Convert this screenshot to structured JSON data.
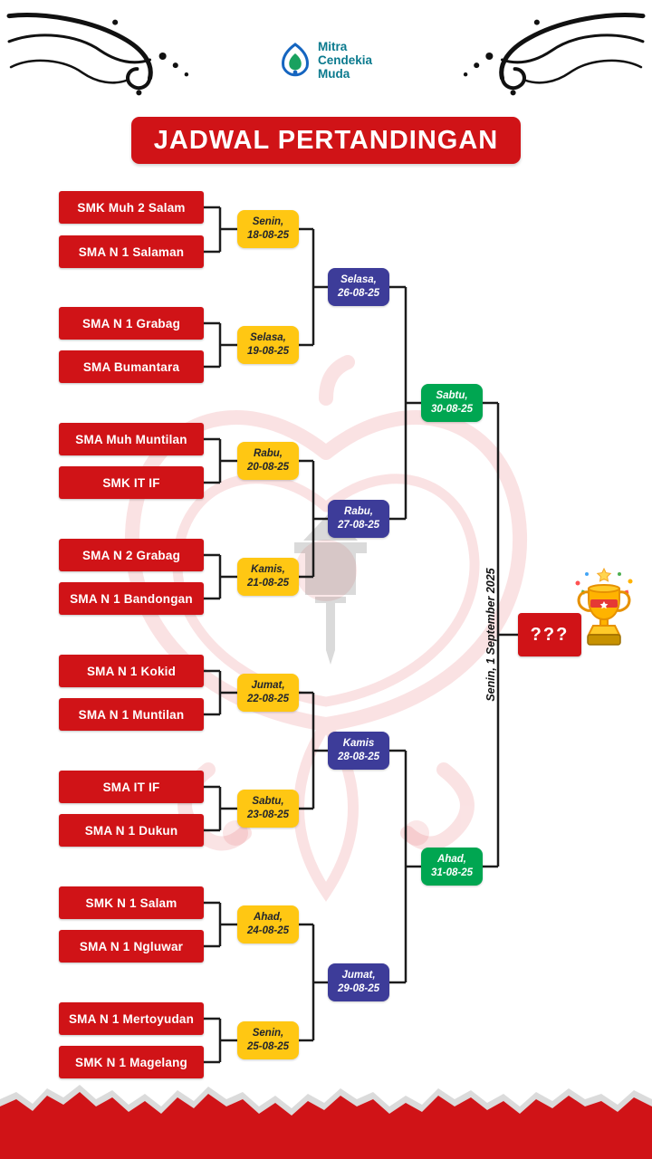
{
  "logo": {
    "lines": [
      "Mitra",
      "Cendekia",
      "Muda"
    ]
  },
  "title": "JADWAL PERTANDINGAN",
  "bracket": {
    "teams": [
      "SMK Muh 2 Salam",
      "SMA N 1 Salaman",
      "SMA N 1 Grabag",
      "SMA Bumantara",
      "SMA Muh Muntilan",
      "SMK IT IF",
      "SMA N 2 Grabag",
      "SMA N 1 Bandongan",
      "SMA N 1 Kokid",
      "SMA N 1 Muntilan",
      "SMA IT IF",
      "SMA N 1 Dukun",
      "SMK N 1 Salam",
      "SMA N 1 Ngluwar",
      "SMA N 1 Mertoyudan",
      "SMK N 1 Magelang"
    ],
    "round1": [
      {
        "day": "Senin,",
        "date": "18-08-25"
      },
      {
        "day": "Selasa,",
        "date": "19-08-25"
      },
      {
        "day": "Rabu,",
        "date": "20-08-25"
      },
      {
        "day": "Kamis,",
        "date": "21-08-25"
      },
      {
        "day": "Jumat,",
        "date": "22-08-25"
      },
      {
        "day": "Sabtu,",
        "date": "23-08-25"
      },
      {
        "day": "Ahad,",
        "date": "24-08-25"
      },
      {
        "day": "Senin,",
        "date": "25-08-25"
      }
    ],
    "round2": [
      {
        "day": "Selasa,",
        "date": "26-08-25"
      },
      {
        "day": "Rabu,",
        "date": "27-08-25"
      },
      {
        "day": "Kamis",
        "date": "28-08-25"
      },
      {
        "day": "Jumat,",
        "date": "29-08-25"
      }
    ],
    "round3": [
      {
        "day": "Sabtu,",
        "date": "30-08-25"
      },
      {
        "day": "Ahad,",
        "date": "31-08-25"
      }
    ],
    "final": {
      "date_label": "Senin, 1 September 2025",
      "champion_placeholder": "???"
    }
  },
  "icons": {
    "trophy": "trophy-icon",
    "logo_mark": "logo-mark-icon",
    "flourish": "calligraphy-flourish-icon"
  },
  "colors": {
    "red": "#d01317",
    "yellow": "#ffc713",
    "blue": "#3d3c99",
    "green": "#00a651",
    "teal": "#0b7a8e",
    "line": "#1c1c1c"
  }
}
